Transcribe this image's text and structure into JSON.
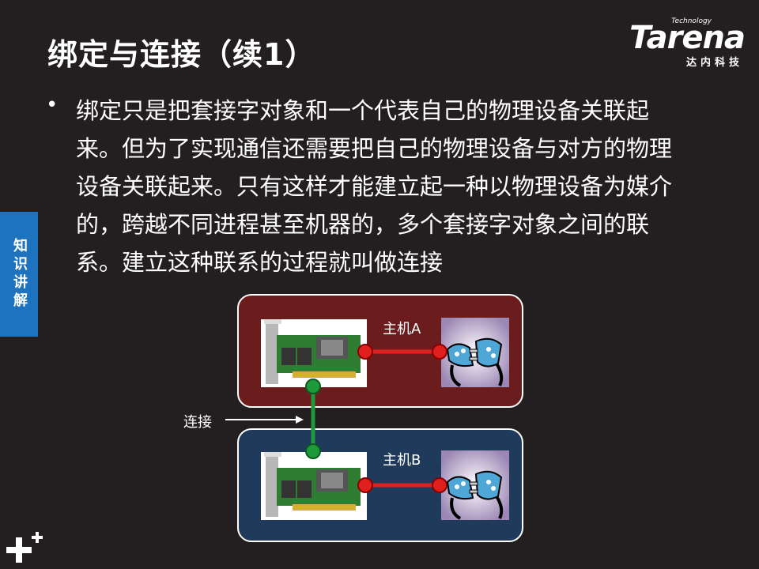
{
  "slide": {
    "title": "绑定与连接（续1）",
    "body": "绑定只是把套接字对象和一个代表自己的物理设备关联起来。但为了实现通信还需要把自己的物理设备与对方的物理设备关联起来。只有这样才能建立起一种以物理设备为媒介的，跨越不同进程甚至机器的，多个套接字对象之间的联系。建立这种联系的过程就叫做连接",
    "side_tab": "知识讲解"
  },
  "logo": {
    "word": "Tarena",
    "tagline": "Technology",
    "chinese": "达内科技"
  },
  "diagram": {
    "host_a_label": "主机A",
    "host_b_label": "主机B",
    "connection_label": "连接",
    "colors": {
      "host_a_fill": "#6b1d1d",
      "host_b_fill": "#1f3a5a",
      "local_link": "#e0201f",
      "remote_link": "#1e9a3c"
    }
  }
}
